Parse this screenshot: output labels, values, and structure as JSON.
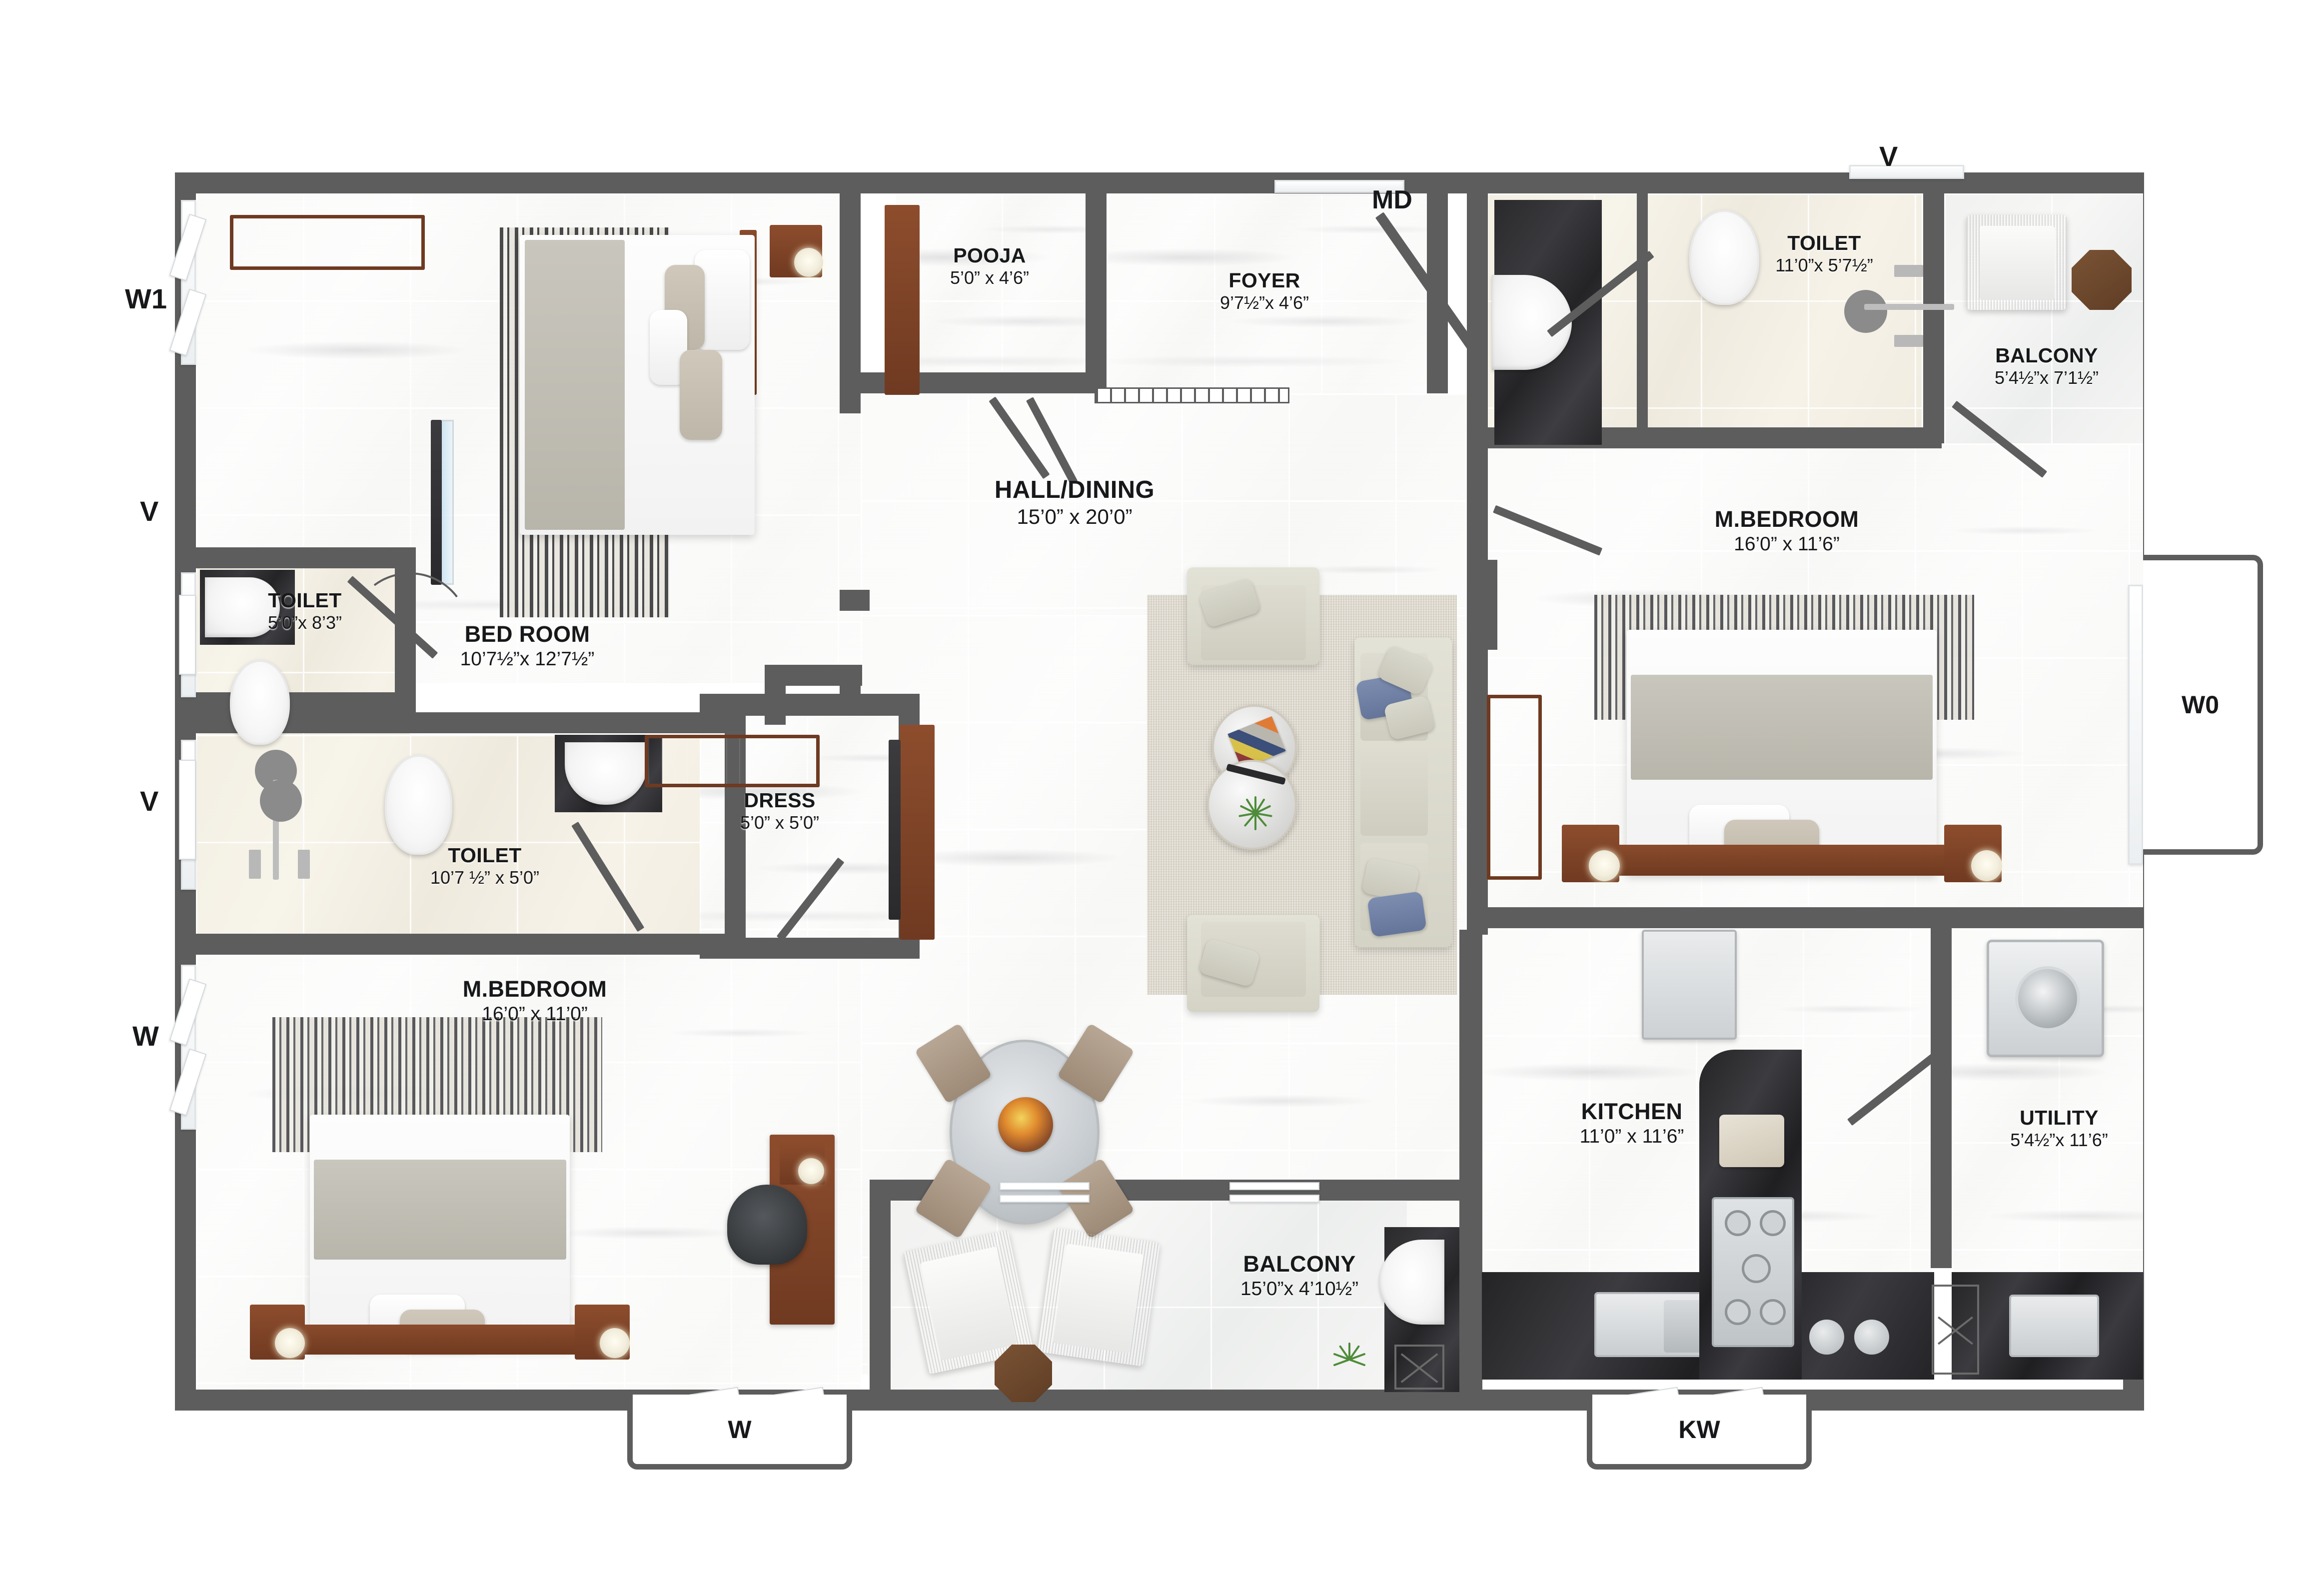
{
  "plan": {
    "title": "Residential Apartment Floor Plan",
    "wall_color": "#5d5d5d",
    "label_color": "#17181a"
  },
  "rooms": [
    {
      "key": "bedroom",
      "name": "BED ROOM",
      "dim": "10’7½”x 12’7½”"
    },
    {
      "key": "toilet_tl",
      "name": "TOILET",
      "dim": "5’0”x 8’3”"
    },
    {
      "key": "pooja",
      "name": "POOJA",
      "dim": "5’0” x 4’6”"
    },
    {
      "key": "foyer",
      "name": "FOYER",
      "dim": "9’7½”x 4’6”"
    },
    {
      "key": "hall_dining",
      "name": "HALL/DINING",
      "dim": "15’0” x 20’0”"
    },
    {
      "key": "toilet_tr",
      "name": "TOILET",
      "dim": "11’0”x 5’7½”"
    },
    {
      "key": "balcony_tr",
      "name": "BALCONY",
      "dim": "5’4½”x 7’1½”"
    },
    {
      "key": "mbedroom_tr",
      "name": "M.BEDROOM",
      "dim": "16’0” x 11’6”"
    },
    {
      "key": "toilet_bl",
      "name": "TOILET",
      "dim": "10’7 ½” x 5’0”"
    },
    {
      "key": "dress",
      "name": "DRESS",
      "dim": "5’0” x 5’0”"
    },
    {
      "key": "mbedroom_bl",
      "name": "M.BEDROOM",
      "dim": "16’0” x 11’0”"
    },
    {
      "key": "balcony_b",
      "name": "BALCONY",
      "dim": "15’0”x 4’10½”"
    },
    {
      "key": "kitchen",
      "name": "KITCHEN",
      "dim": "11’0” x 11’6”"
    },
    {
      "key": "utility",
      "name": "UTILITY",
      "dim": "5’4½”x 11’6”"
    }
  ],
  "markers": {
    "left": [
      {
        "key": "w1",
        "label": "W1"
      },
      {
        "key": "v1",
        "label": "V"
      },
      {
        "key": "v2",
        "label": "V"
      },
      {
        "key": "w_left",
        "label": "W"
      }
    ],
    "top": [
      {
        "key": "v_top",
        "label": "V"
      },
      {
        "key": "md",
        "label": "MD"
      }
    ],
    "right": [
      {
        "key": "w0",
        "label": "W0"
      }
    ],
    "bottom": [
      {
        "key": "w_bottom",
        "label": "W"
      },
      {
        "key": "kw",
        "label": "KW"
      }
    ]
  },
  "icons": {
    "bed": "bed-icon",
    "wardrobe": "wardrobe-icon",
    "sofa": "sofa-icon",
    "armchair": "armchair-icon",
    "coffee_table": "coffee-table-icon",
    "dining_table": "dining-table-icon",
    "wc": "toilet-icon",
    "basin": "washbasin-icon",
    "shower": "shower-icon",
    "sink": "kitchen-sink-icon",
    "hob": "gas-hob-icon",
    "fridge": "refrigerator-icon",
    "washing_machine": "washing-machine-icon",
    "plant": "potted-plant-icon",
    "door": "door-swing-icon",
    "window": "window-icon",
    "desk": "desk-icon",
    "office_chair": "office-chair-icon",
    "wicker_chair": "wicker-chair-icon",
    "side_table": "side-table-icon",
    "night_lamp": "night-lamp-icon",
    "mirror": "mirror-icon",
    "vent": "vent-icon"
  }
}
